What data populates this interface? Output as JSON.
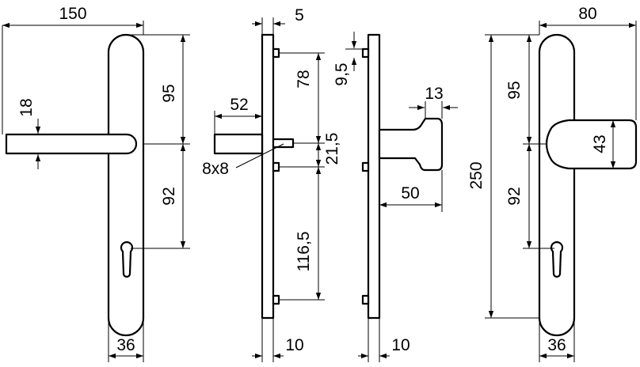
{
  "diagram": {
    "front_lever": {
      "overall_width": "150",
      "lever_thickness": "18",
      "upper_height": "95",
      "lower_height": "92",
      "plate_width": "36"
    },
    "side_lever": {
      "plate_offset": "5",
      "upper_spacing": "78",
      "spindle_offset": "21,5",
      "lower_spacing": "116,5",
      "lever_length": "52",
      "spindle_size": "8x8",
      "plate_depth": "10"
    },
    "side_knob": {
      "top_offset": "9,5",
      "knob_tip": "13",
      "knob_projection": "50",
      "plate_depth": "10"
    },
    "front_knob": {
      "overall_width": "80",
      "overall_height": "250",
      "upper_height": "95",
      "lower_height": "92",
      "knob_diameter": "43",
      "plate_width": "36"
    }
  }
}
